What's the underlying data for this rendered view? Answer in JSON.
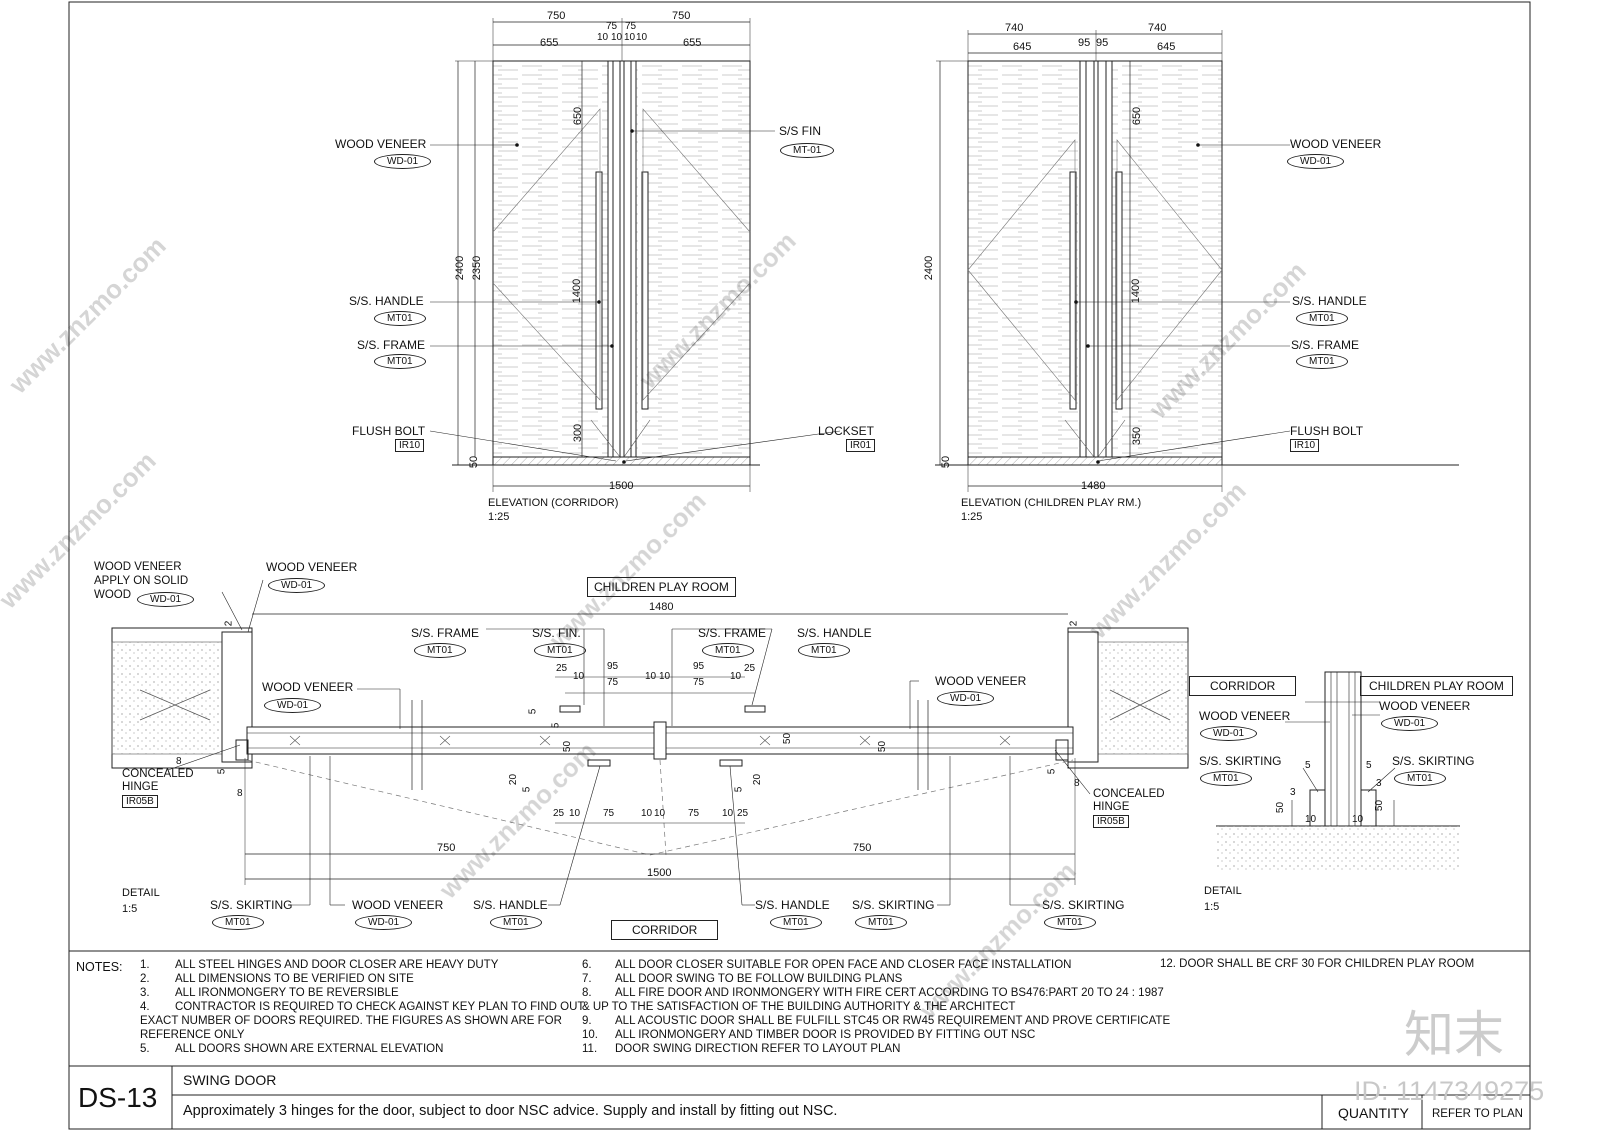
{
  "elev_left": {
    "title": "ELEVATION (CORRIDOR)",
    "scale": "1:25",
    "dims_top": [
      "750",
      "75",
      "75",
      "750"
    ],
    "dims_top2": [
      "655",
      "10",
      "10",
      "10",
      "10",
      "655"
    ],
    "dim_width": "1500",
    "dim_h_outer": "2400",
    "dim_h_inner": "2350",
    "dim_650": "650",
    "dim_1400": "1400",
    "dim_300": "300",
    "dim_50": "50",
    "callouts": [
      {
        "label": "WOOD VENEER",
        "tag": "WD-01"
      },
      {
        "label": "S/S. HANDLE",
        "tag": "MT01"
      },
      {
        "label": "S/S. FRAME",
        "tag": "MT01"
      },
      {
        "label": "FLUSH BOLT",
        "tag": "IR10"
      },
      {
        "label": "S/S FIN",
        "tag": "MT-01"
      },
      {
        "label": "LOCKSET",
        "tag": "IR01"
      }
    ]
  },
  "elev_right": {
    "title": "ELEVATION (CHILDREN PLAY RM.)",
    "scale": "1:25",
    "dims_top": [
      "740",
      "740"
    ],
    "dims_top2": [
      "645",
      "95",
      "95",
      "645"
    ],
    "dim_width": "1480",
    "dim_h_outer": "2400",
    "dim_650": "650",
    "dim_1400": "1400",
    "dim_350": "350",
    "dim_50": "50",
    "callouts": [
      {
        "label": "WOOD VENEER",
        "tag": "WD-01"
      },
      {
        "label": "S/S. HANDLE",
        "tag": "MT01"
      },
      {
        "label": "S/S. FRAME",
        "tag": "MT01"
      },
      {
        "label": "FLUSH BOLT",
        "tag": "IR10"
      }
    ]
  },
  "plan": {
    "room_top": "CHILDREN PLAY ROOM",
    "room_bottom": "CORRIDOR",
    "detail": "DETAIL",
    "scale": "1:5",
    "dim_1480": "1480",
    "dim_750a": "750",
    "dim_750b": "750",
    "dim_1500": "1500",
    "small_dims_top": [
      "25",
      "10",
      "95",
      "75",
      "10",
      "10",
      "95",
      "75",
      "10",
      "25"
    ],
    "small_dims_bot": [
      "25",
      "10",
      "75",
      "10",
      "10",
      "75",
      "10",
      "25"
    ],
    "misc_dims": [
      "2",
      "2",
      "8",
      "5",
      "8",
      "8",
      "5",
      "50",
      "50",
      "5",
      "5",
      "20",
      "5",
      "20",
      "5",
      "50"
    ],
    "callouts": {
      "wv_solid": {
        "label1": "WOOD VENEER",
        "label2": "APPLY ON SOLID",
        "label3": "WOOD",
        "tag": "WD-01"
      },
      "wv_top": {
        "label": "WOOD VENEER",
        "tag": "WD-01"
      },
      "wv_left": {
        "label": "WOOD VENEER",
        "tag": "WD-01"
      },
      "wv_right": {
        "label": "WOOD VENEER",
        "tag": "WD-01"
      },
      "frame_l": {
        "label": "S/S. FRAME",
        "tag": "MT01"
      },
      "fin": {
        "label": "S/S. FIN.",
        "tag": "MT01"
      },
      "frame_r": {
        "label": "S/S. FRAME",
        "tag": "MT01"
      },
      "handle_top": {
        "label": "S/S. HANDLE",
        "tag": "MT01"
      },
      "hinge_l": {
        "label1": "CONCEALED",
        "label2": "HINGE",
        "tag": "IR05B"
      },
      "hinge_r": {
        "label1": "CONCEALED",
        "label2": "HINGE",
        "tag": "IR05B"
      },
      "skirt_l": {
        "label": "S/S. SKIRTING",
        "tag": "MT01"
      },
      "wv_bot": {
        "label": "WOOD VENEER",
        "tag": "WD-01"
      },
      "handle_bl": {
        "label": "S/S. HANDLE",
        "tag": "MT01"
      },
      "handle_br": {
        "label": "S/S. HANDLE",
        "tag": "MT01"
      },
      "skirt_m": {
        "label": "S/S. SKIRTING",
        "tag": "MT01"
      },
      "skirt_r": {
        "label": "S/S. SKIRTING",
        "tag": "MT01"
      }
    }
  },
  "section": {
    "room_left": "CORRIDOR",
    "room_right": "CHILDREN PLAY ROOM",
    "wv_l": {
      "label": "WOOD VENEER",
      "tag": "WD-01"
    },
    "wv_r": {
      "label": "WOOD VENEER",
      "tag": "WD-01"
    },
    "sk_l": {
      "label": "S/S. SKIRTING",
      "tag": "MT01"
    },
    "sk_r": {
      "label": "S/S. SKIRTING",
      "tag": "MT01"
    },
    "dims": [
      "5",
      "3",
      "50",
      "10",
      "5",
      "3",
      "10",
      "50"
    ],
    "detail": "DETAIL",
    "scale": "1:5"
  },
  "notes": {
    "heading": "NOTES:",
    "col1": [
      {
        "n": "1.",
        "t": "ALL STEEL HINGES AND DOOR CLOSER ARE HEAVY DUTY"
      },
      {
        "n": "2.",
        "t": "ALL DIMENSIONS TO BE VERIFIED ON SITE"
      },
      {
        "n": "3.",
        "t": "ALL IRONMONGERY TO BE REVERSIBLE"
      },
      {
        "n": "4.",
        "t": "CONTRACTOR IS REQUIRED TO CHECK AGAINST KEY PLAN TO FIND OUT"
      }
    ],
    "col1_wrap": [
      "EXACT NUMBER OF DOORS REQUIRED. THE FIGURES AS SHOWN ARE FOR",
      "REFERENCE ONLY"
    ],
    "col1_last": {
      "n": "5.",
      "t": "ALL DOORS SHOWN ARE EXTERNAL ELEVATION"
    },
    "col2": [
      {
        "n": "6.",
        "t": "ALL DOOR CLOSER SUITABLE FOR OPEN FACE AND CLOSER FACE INSTALLATION"
      },
      {
        "n": "7.",
        "t": "ALL DOOR SWING TO BE FOLLOW BUILDING PLANS"
      },
      {
        "n": "8.",
        "t": "ALL FIRE DOOR AND IRONMONGERY WITH FIRE CERT ACCORDING TO BS476:PART 20 TO 24 : 1987"
      }
    ],
    "col2_wrap": "& UP TO THE SATISFACTION OF THE BUILDING AUTHORITY & THE ARCHITECT",
    "col2_rest": [
      {
        "n": "9.",
        "t": "ALL ACOUSTIC DOOR SHALL BE FULFILL STC45 OR RW45 REQUIREMENT AND PROVE CERTIFICATE"
      },
      {
        "n": "10.",
        "t": "ALL IRONMONGERY AND TIMBER DOOR IS PROVIDED BY FITTING OUT NSC"
      },
      {
        "n": "11.",
        "t": "DOOR SWING DIRECTION REFER TO LAYOUT PLAN"
      }
    ],
    "col3": "12. DOOR SHALL BE CRF 30 FOR CHILDREN PLAY ROOM"
  },
  "title_block": {
    "code": "DS-13",
    "type": "SWING DOOR",
    "description": "Approximately 3 hinges for the door, subject to door NSC advice. Supply and install by fitting out NSC.",
    "quantity_label": "QUANTITY",
    "quantity_value": "REFER TO PLAN"
  },
  "watermark": {
    "logo_text": "知末",
    "id_text": "ID: 1147349275",
    "url": "www.znzmo.com"
  }
}
